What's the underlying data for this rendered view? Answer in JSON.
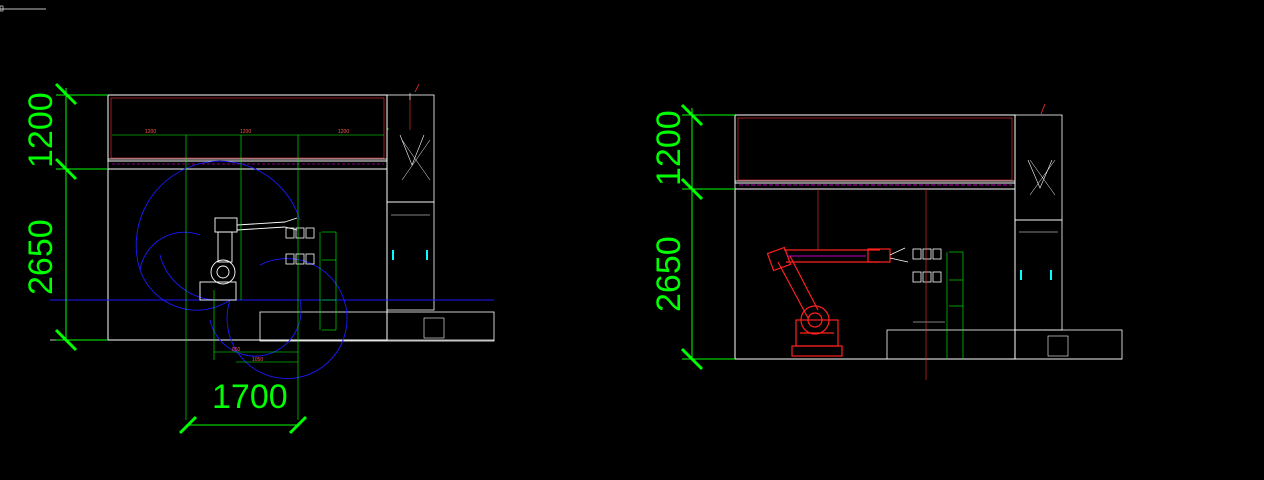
{
  "colors": {
    "background": "#000000",
    "outline": "#ffffff",
    "dimension": "#00ff00",
    "robot_arc": "#1a1aff",
    "robot_body": "#ff2020",
    "accent": "#ff00ff",
    "cyan": "#00ffff"
  },
  "left_view": {
    "dim_upper": "1200",
    "dim_lower": "2650",
    "dim_width": "1700",
    "small_a": "1200",
    "small_b": "1200",
    "small_c": "1200",
    "small_d": "850",
    "small_e": "1050"
  },
  "right_view": {
    "dim_upper": "1200",
    "dim_lower": "2650"
  }
}
